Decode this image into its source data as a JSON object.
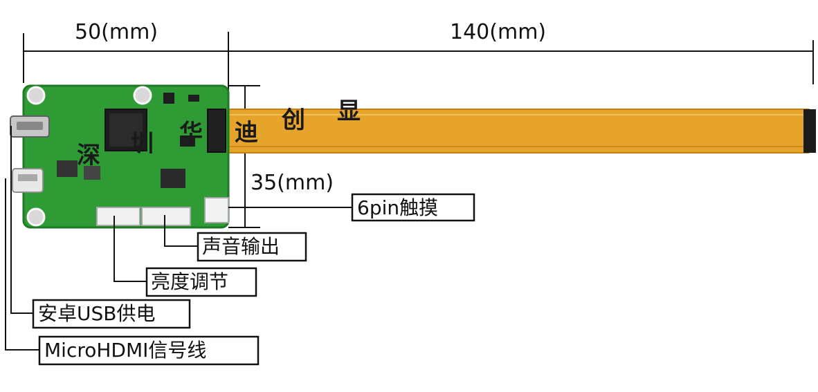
{
  "dimensions": {
    "board_width": "50(mm)",
    "cable_length": "140(mm)",
    "board_height": "35(mm)"
  },
  "cable_text": [
    "迪",
    "创",
    "显"
  ],
  "board_text": [
    "深",
    "圳",
    "华"
  ],
  "labels": {
    "touch": "6pin触摸",
    "audio": "声音输出",
    "brightness": "亮度调节",
    "usb_power": "安卓USB供电",
    "hdmi": "MicroHDMI信号线"
  },
  "colors": {
    "pcb": "#2f9b34",
    "pcb_dark": "#1f7a25",
    "cable": "#e7a42b",
    "cable_edge": "#c77f14",
    "cable_tip": "#1b1b1b",
    "line": "#111111"
  }
}
